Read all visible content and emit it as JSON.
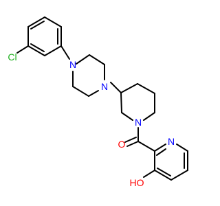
{
  "colors": {
    "background": "#ffffff",
    "bond": "#000000",
    "chlorine": "#1fb01f",
    "nitrogen": "#0000ff",
    "oxygen": "#ff0000"
  },
  "atoms": {
    "cl": "Cl",
    "n_piperazine_aryl": "N",
    "n_piperazine_alkyl": "N",
    "n_piperidine": "N",
    "o_carbonyl": "O",
    "n_pyridine": "N",
    "oh": "HO"
  }
}
